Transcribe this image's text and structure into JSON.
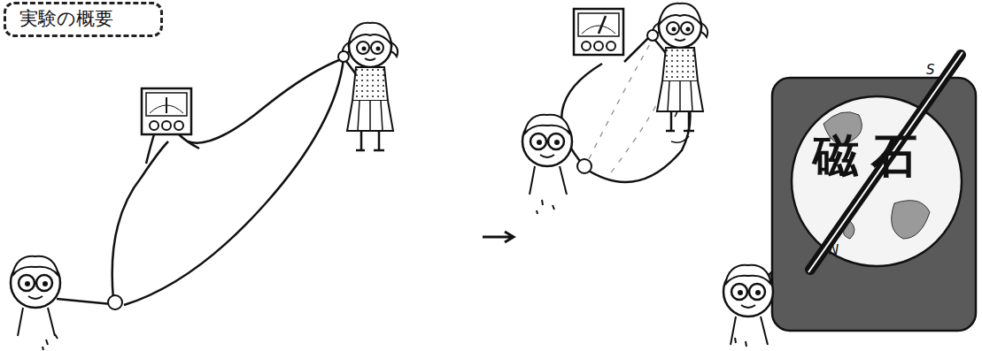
{
  "diagram": {
    "title": "実験の概要",
    "labels": [
      "磁石",
      "S",
      "N"
    ]
  }
}
